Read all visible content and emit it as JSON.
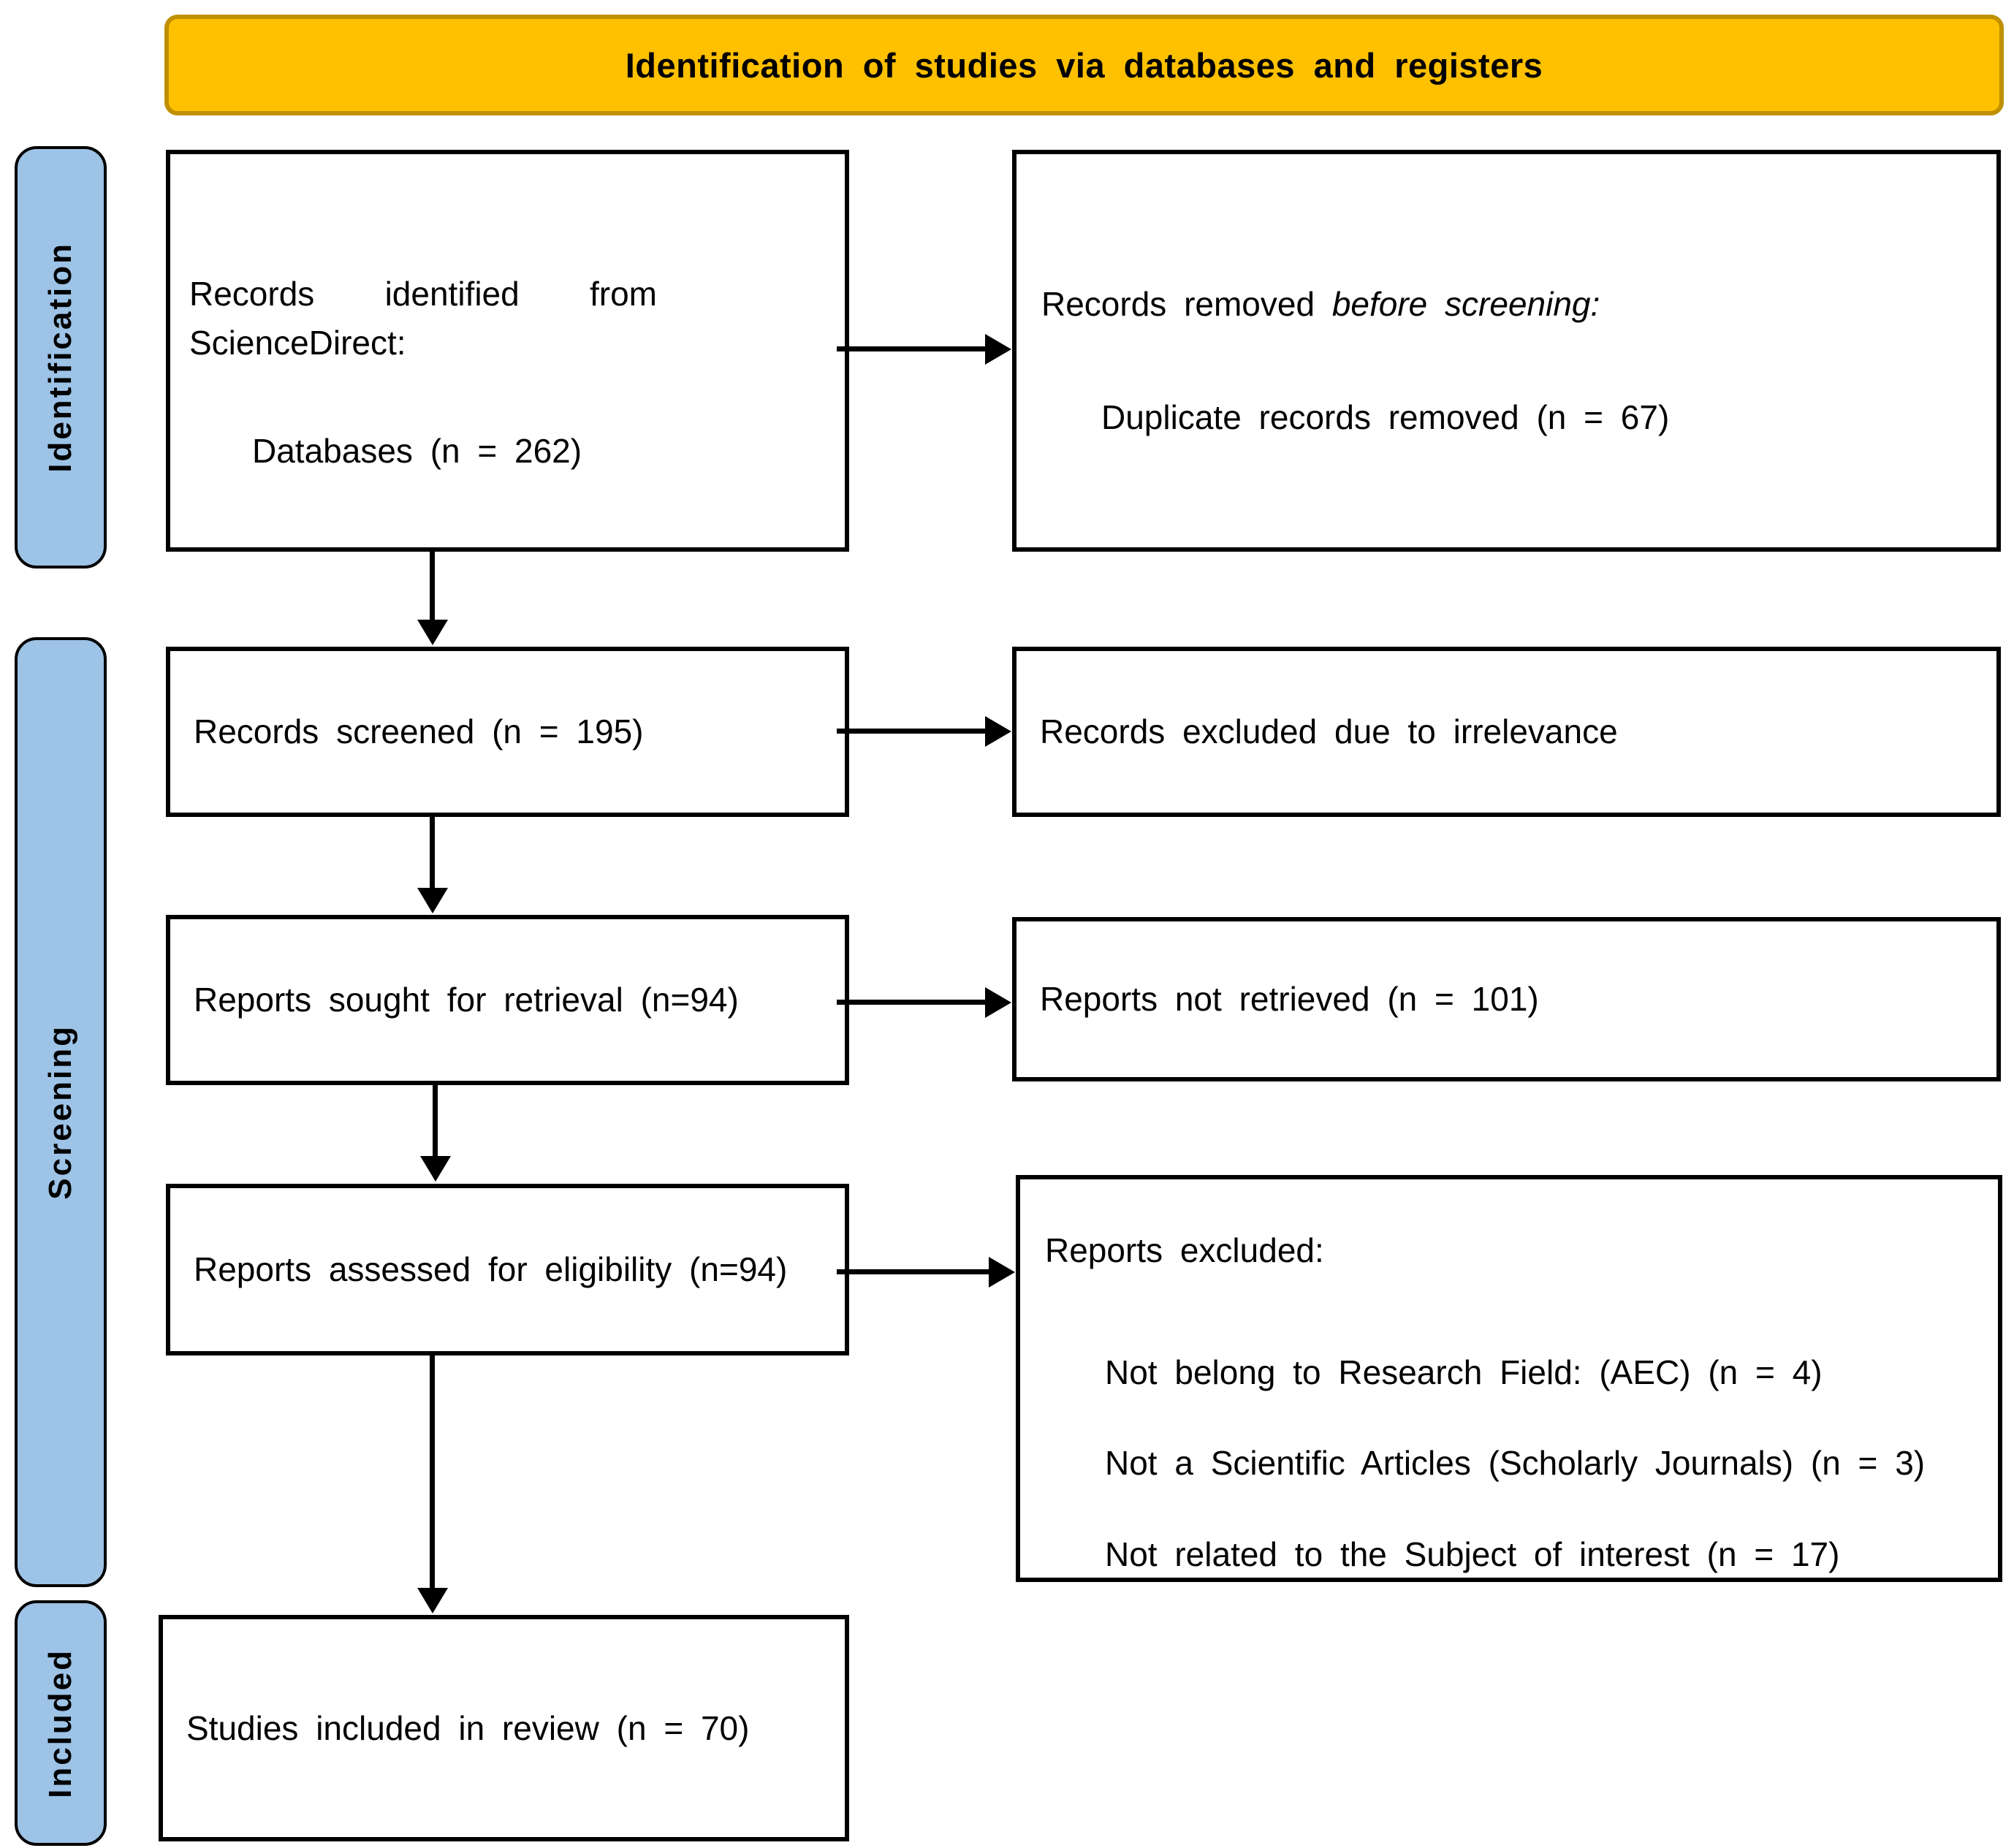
{
  "title": "Identification of studies via databases and registers",
  "colors": {
    "banner_fill": "#FFC000",
    "banner_border": "#BF9000",
    "stage_fill": "#9DC3E6",
    "box_border": "#000000"
  },
  "stages": [
    {
      "label": "Identification"
    },
    {
      "label": "Screening"
    },
    {
      "label": "Included"
    }
  ],
  "boxes": {
    "identified": {
      "line1": "Records identified from ScienceDirect:",
      "line2": "Databases (n = 262)"
    },
    "removed": {
      "prefix": "Records removed ",
      "italic": "before screening:",
      "detail": "Duplicate records removed (n = 67)"
    },
    "screened": {
      "text": "Records screened (n = 195)"
    },
    "excluded_irrelevance": {
      "text": "Records excluded due to irrelevance"
    },
    "sought": {
      "text": "Reports sought for retrieval (n=94)"
    },
    "not_retrieved": {
      "text": "Reports not retrieved (n = 101)"
    },
    "assessed": {
      "text": "Reports assessed for eligibility (n=94)"
    },
    "reports_excluded": {
      "heading": "Reports excluded:",
      "reasons": [
        "Not belong to Research Field: (AEC) (n = 4)",
        "Not a Scientific Articles (Scholarly Journals) (n = 3)",
        "Not related to the Subject of interest (n = 17)"
      ]
    },
    "included_review": {
      "text": "Studies included in review (n = 70)"
    }
  }
}
